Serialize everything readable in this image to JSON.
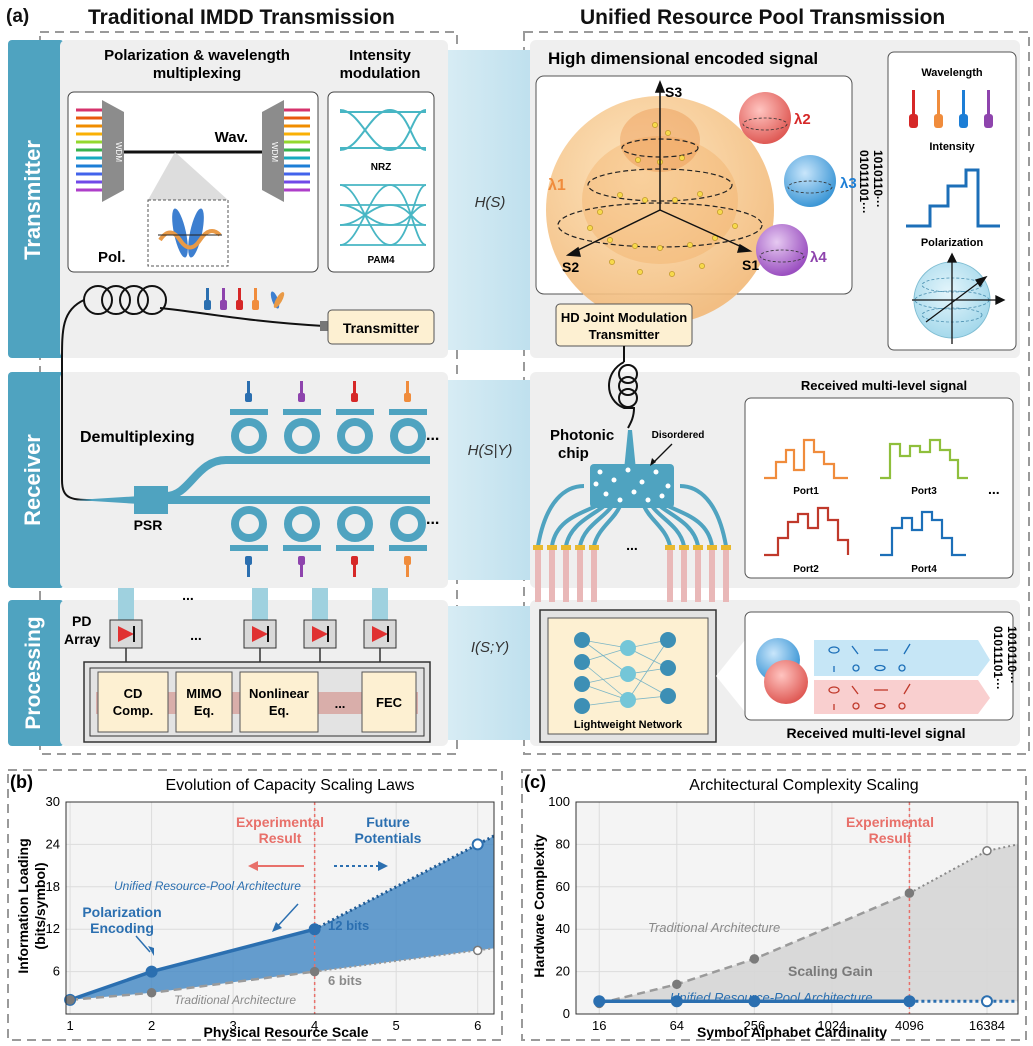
{
  "panel_a": {
    "label": "(a)",
    "left_title": "Traditional IMDD Transmission",
    "right_title": "Unified Resource Pool Transmission",
    "rows": [
      "Transmitter",
      "Receiver",
      "Processing"
    ],
    "info_terms": [
      "H(S)",
      "H(S|Y)",
      "I(S;Y)"
    ],
    "trad": {
      "mux_title_1": "Polarization & wavelength",
      "mux_title_2": "multiplexing",
      "int_title_1": "Intensity",
      "int_title_2": "modulation",
      "wdm": "WDM",
      "wav": "Wav.",
      "pol": "Pol.",
      "nrz": "NRZ",
      "pam4": "PAM4",
      "transmitter": "Transmitter",
      "demux": "Demultiplexing",
      "psr": "PSR",
      "ellipsis": "...",
      "pd_array_1": "PD",
      "pd_array_2": "Array",
      "dsp_blocks": [
        {
          "l1": "CD",
          "l2": "Comp."
        },
        {
          "l1": "MIMO",
          "l2": "Eq."
        },
        {
          "l1": "Nonlinear",
          "l2": "Eq."
        },
        {
          "l1": "...",
          "l2": ""
        },
        {
          "l1": "FEC",
          "l2": ""
        }
      ]
    },
    "unified": {
      "hd_title": "High dimensional encoded signal",
      "axis_s3": "S3",
      "axis_s2": "S2",
      "axis_s1": "S1",
      "lambdas": [
        "λ1",
        "λ2",
        "λ3",
        "λ4"
      ],
      "bits_1": "01011101···",
      "bits_2": "1010110···",
      "legend_wavelength": "Wavelength",
      "legend_intensity": "Intensity",
      "legend_polarization": "Polarization",
      "hd_tx_1": "HD Joint Modulation",
      "hd_tx_2": "Transmitter",
      "chip_1": "Photonic",
      "chip_2": "chip",
      "disordered": "Disordered",
      "rx_title": "Received multi-level signal",
      "ports": [
        "Port1",
        "Port3",
        "Port2",
        "Port4"
      ],
      "network": "Lightweight Network",
      "rx_title_2": "Received multi-level signal",
      "bits_3": "01011101···",
      "bits_4": "1010110···"
    },
    "colors": {
      "accent": "#4fa3c0",
      "panel": "#efefef",
      "box": "#fdf0d2",
      "dsp": "#d9aeaa",
      "red": "#e0463c",
      "blue": "#2b6fb0"
    }
  },
  "chart_data": [
    {
      "panel": "(b)",
      "type": "area",
      "title": "Evolution of Capacity Scaling Laws",
      "xlabel": "Physical Resource Scale",
      "ylabel_1": "Information Loading",
      "ylabel_2": "(bits/symbol)",
      "xlim": [
        1,
        6
      ],
      "ylim": [
        0,
        30
      ],
      "xticks": [
        1,
        2,
        3,
        4,
        5,
        6
      ],
      "yticks": [
        6,
        12,
        18,
        24,
        30
      ],
      "series": [
        {
          "name": "Unified Resource-Pool Architecture",
          "x": [
            1,
            2,
            4,
            6
          ],
          "y": [
            2,
            6,
            12,
            24
          ],
          "color": "#2b6fb0"
        },
        {
          "name": "Traditional Architecture",
          "x": [
            1,
            2,
            4,
            6
          ],
          "y": [
            2,
            3,
            6,
            9
          ],
          "color": "#8a8a8a"
        }
      ],
      "experimental_x": 4,
      "annotations": {
        "experimental_1": "Experimental",
        "experimental_2": "Result",
        "future_1": "Future",
        "future_2": "Potentials",
        "polar_1": "Polarization",
        "polar_2": "Encoding",
        "bits_12": "12 bits",
        "bits_6": "6 bits"
      }
    },
    {
      "panel": "(c)",
      "type": "area",
      "title": "Architectural Complexity Scaling",
      "xlabel": "Symbol Alphabet Cardinality",
      "ylabel": "Hardware Complexity",
      "xticks": [
        "16",
        "64",
        "256",
        "1024",
        "4096",
        "16384"
      ],
      "x_scale": "log",
      "ylim": [
        0,
        100
      ],
      "yticks": [
        0,
        20,
        40,
        60,
        80,
        100
      ],
      "series": [
        {
          "name": "Traditional Architecture",
          "x": [
            16,
            64,
            256,
            4096,
            16384
          ],
          "y": [
            5,
            14,
            26,
            57,
            77
          ],
          "color": "#8a8a8a"
        },
        {
          "name": "Unified Resource-Pool Architecture",
          "x": [
            16,
            64,
            256,
            4096,
            16384
          ],
          "y": [
            6,
            6,
            6,
            6,
            6
          ],
          "color": "#2b6fb0"
        }
      ],
      "experimental_x": 4096,
      "annotations": {
        "experimental_1": "Experimental",
        "experimental_2": "Result",
        "gain": "Scaling Gain"
      }
    }
  ]
}
